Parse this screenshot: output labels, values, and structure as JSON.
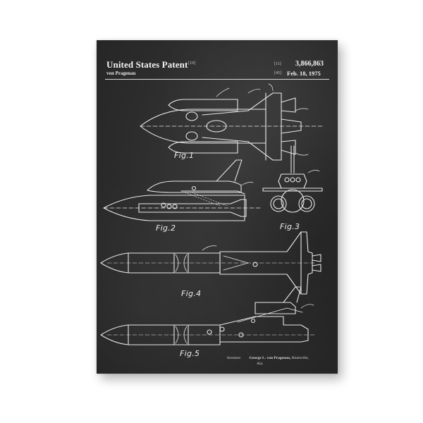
{
  "header": {
    "title": "United States Patent",
    "title_code": "[19]",
    "inventor_short": "von Pragenau",
    "number_code": "[11]",
    "patent_number": "3,866,863",
    "date_code": "[45]",
    "date": "Feb. 18, 1975"
  },
  "figures": [
    {
      "id": "fig1",
      "label": "Fig.1"
    },
    {
      "id": "fig2",
      "label": "Fig.2"
    },
    {
      "id": "fig3",
      "label": "Fig.3"
    },
    {
      "id": "fig4",
      "label": "Fig.4"
    },
    {
      "id": "fig5",
      "label": "Fig.5"
    }
  ],
  "footer": {
    "inventor_label": "Inventor:",
    "inventor_name": "George L. von Pragenau,",
    "location_line1": "Huntsville,",
    "location_line2": "Ala."
  },
  "colors": {
    "page_background": "#ffffff",
    "poster_background": "#2c2c2c",
    "line_color": "#e8e8e8"
  }
}
